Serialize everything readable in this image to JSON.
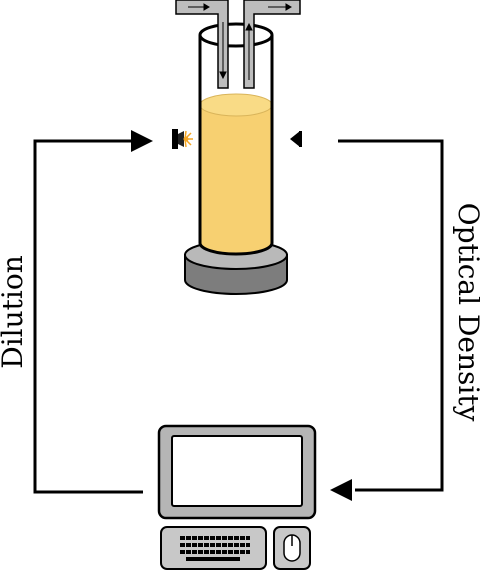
{
  "labels": {
    "dilution": "Dilution",
    "optical_density": "Optical Density"
  },
  "colors": {
    "culture": "#f7d071",
    "culture_top": "#f9db86",
    "tube_glass": "#ffffff",
    "stand_top": "#b9b9b9",
    "stand_side": "#7d7d7d",
    "pipes": "#bdbdbd",
    "monitor_frame": "#b5b5b5",
    "keyboard": "#c8c8c8",
    "light": "#f5a623",
    "line": "#000000"
  },
  "components": {
    "bioreactor": "culture-tube",
    "light_source": "led-emitter",
    "detector": "photodetector",
    "computer": "desktop-computer"
  }
}
